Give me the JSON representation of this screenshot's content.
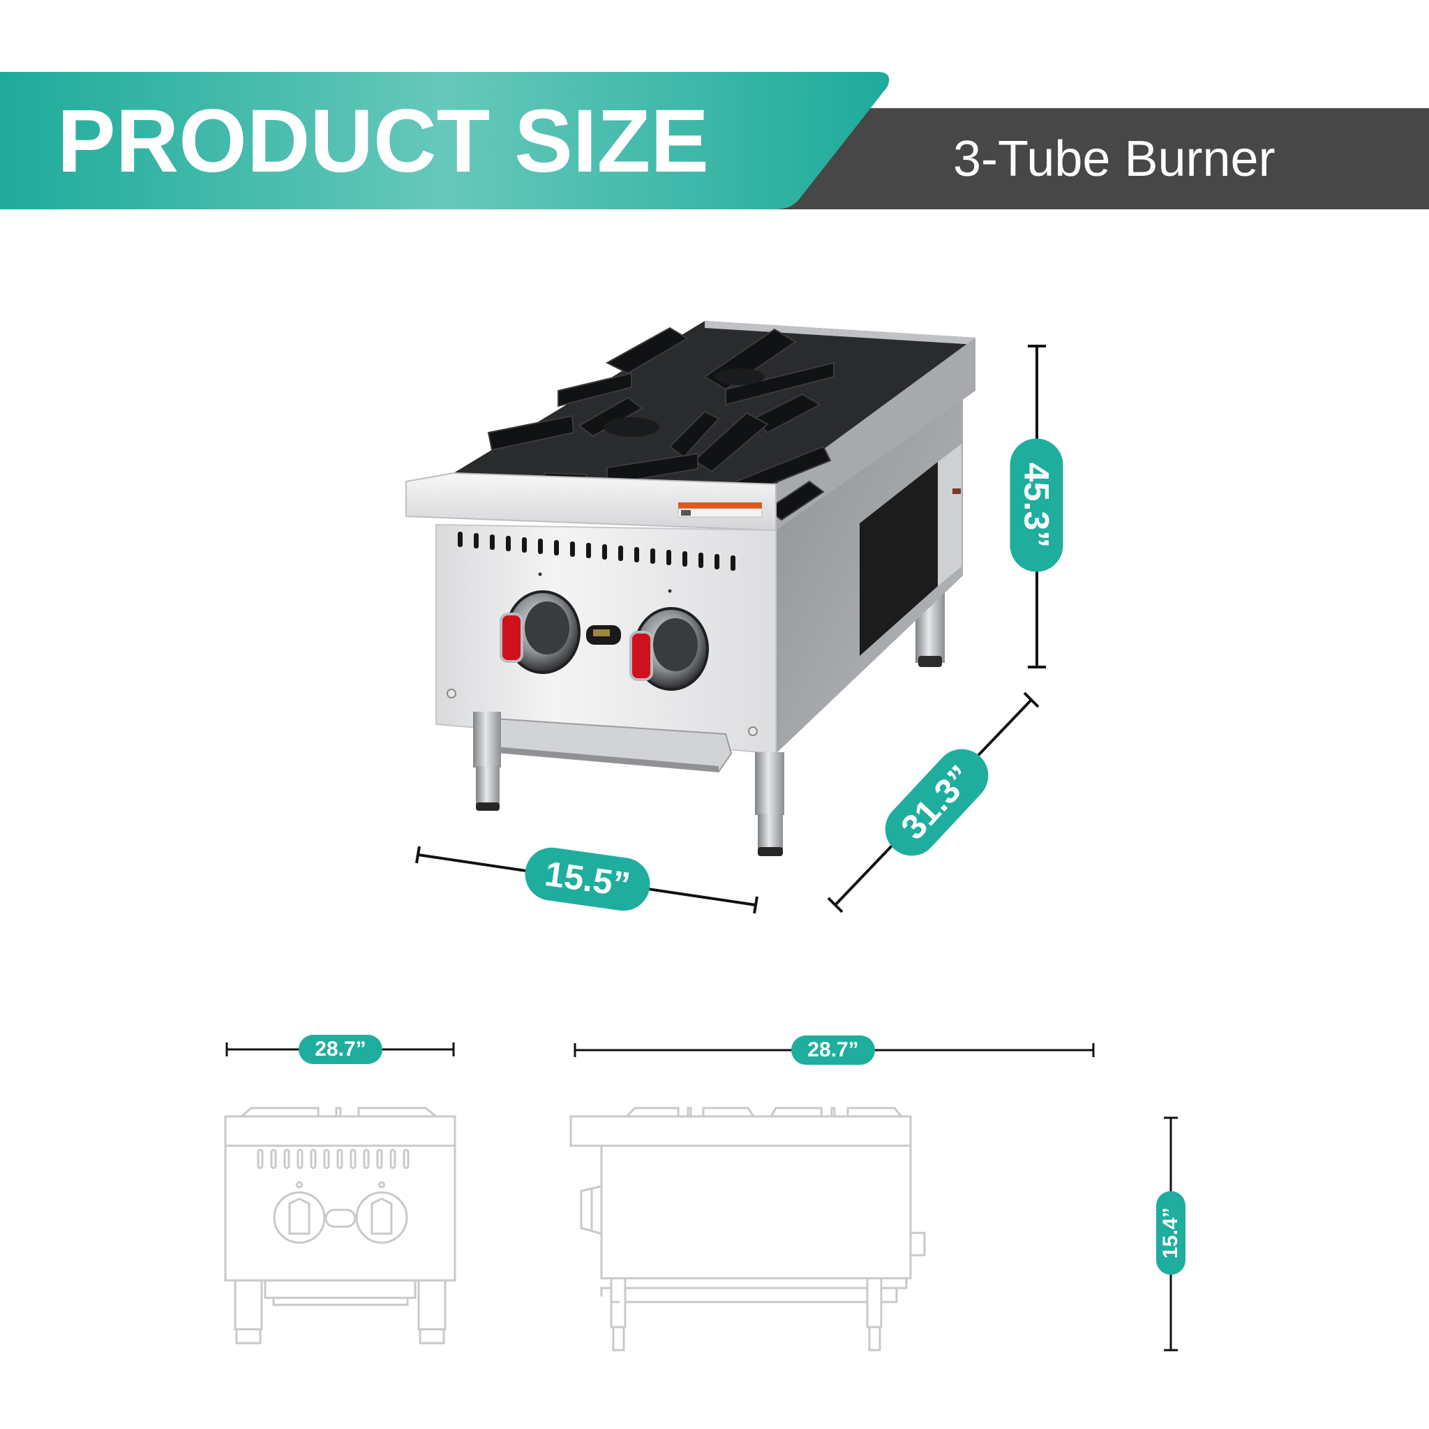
{
  "header": {
    "title": "PRODUCT SIZE",
    "subtitle": "3-Tube Burner",
    "accent_color": "#1fae9e",
    "accent_light": "#63c6b8",
    "band_color": "#474747"
  },
  "product_photo": {
    "description": "Stainless steel 2-burner countertop gas hot plate with cast iron grates, two red-tipped control knobs, front drip tray and four adjustable legs",
    "knob_count": 2,
    "knob_accent_color": "#d0101c",
    "burner_count": 2
  },
  "dimensions": {
    "main_width": "15.5”",
    "main_depth": "31.3”",
    "main_height": "45.3”",
    "front_view_width": "28.7”",
    "side_view_width": "28.7”",
    "side_view_height": "15.4”"
  },
  "line_drawings": {
    "front_view": {
      "vent_slots": 12,
      "knobs": 2
    },
    "side_view": {
      "grate_segments": 4
    }
  }
}
